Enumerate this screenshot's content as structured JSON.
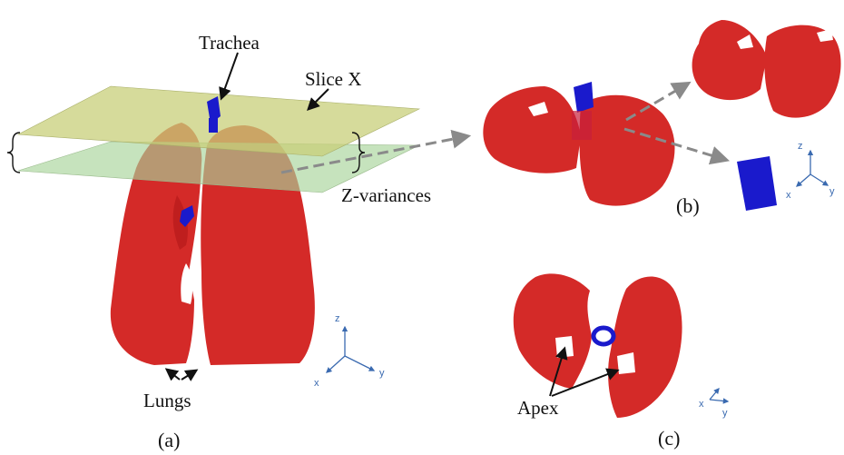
{
  "labels": {
    "trachea": "Trachea",
    "slice_x": "Slice X",
    "z_variances": "Z-variances",
    "lungs": "Lungs",
    "apex": "Apex",
    "panel_a": "(a)",
    "panel_b": "(b)",
    "panel_c": "(c)"
  },
  "axes": {
    "z": "z",
    "x": "x",
    "y": "y"
  },
  "colors": {
    "lung": "#d42a28",
    "lung_light": "#e45a58",
    "trachea": "#1a1acc",
    "plane_top": "#c8cf7a",
    "plane_bottom": "#a8d49a",
    "axis": "#3a6ab0",
    "arrow_dash": "#8a8a8a"
  }
}
